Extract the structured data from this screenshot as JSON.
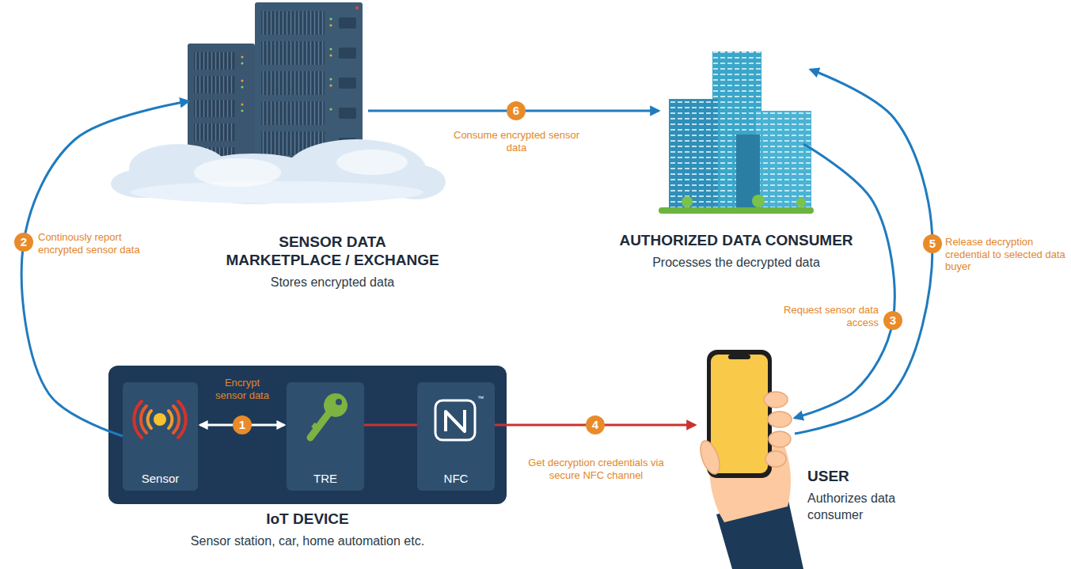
{
  "diagram": {
    "nodes": [
      {
        "text": [
          "SENSOR DATA MARKETPLACE / EXCHANGE",
          "Stores encrypted data"
        ]
      },
      {
        "text": [
          "AUTHORIZED DATA CONSUMER",
          "Processes the decrypted data"
        ]
      },
      {
        "text": [
          "IoT DEVICE",
          "Sensor station, car, home automation etc."
        ]
      },
      {
        "text": [
          "Sensor"
        ],
        "in": 2
      },
      {
        "text": [
          "TRE"
        ],
        "in": 2
      },
      {
        "text": [
          "NFC"
        ],
        "in": 2
      },
      {
        "text": [
          "USER",
          "Authorizes data consumer"
        ]
      }
    ],
    "edges": [
      {
        "from": 3,
        "to": 4,
        "arrow": "both",
        "label": "Encrypt sensor data"
      },
      {
        "from": 3,
        "to": 0,
        "arrow": "to",
        "label": "Continously report encrypted sensor data"
      },
      {
        "from": 1,
        "to": 6,
        "arrow": "to",
        "label": "Request sensor data access"
      },
      {
        "from": 5,
        "to": 6,
        "arrow": "to",
        "label": "Get decryption credentials via secure NFC channel"
      },
      {
        "from": 6,
        "to": 1,
        "arrow": "to",
        "label": "Release decryption credential to selected data buyer"
      },
      {
        "from": 0,
        "to": 1,
        "arrow": "to",
        "label": "Consume encrypted sensor data"
      },
      {
        "from": 4,
        "to": 5,
        "arrow": "none"
      }
    ],
    "labels": [
      "1",
      "2",
      "3",
      "4",
      "5",
      "6",
      "™"
    ]
  }
}
